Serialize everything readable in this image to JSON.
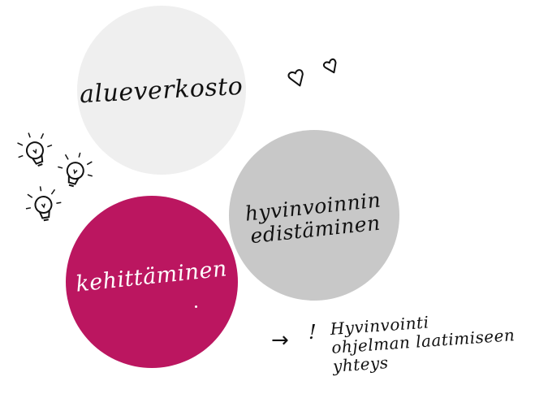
{
  "nodes": {
    "alueverkosto": "alueverkosto",
    "hyvinvoinnin": "hyvinvoinnin\nedistäminen",
    "kehittaminen": "kehittäminen"
  },
  "note": {
    "arrow": "→",
    "exclamation": "!",
    "text": "Hyvinvointi\nohjelman laatimiseen\nyhteys"
  },
  "colors": {
    "alueverkosto_fill": "#efefef",
    "hyvinvoinnin_fill": "#c8c8c8",
    "kehittaminen_fill": "#bb1660",
    "ink": "#111111"
  },
  "icons": [
    "heart-icon",
    "heart-icon",
    "lightbulb-icon",
    "lightbulb-icon",
    "lightbulb-icon"
  ]
}
